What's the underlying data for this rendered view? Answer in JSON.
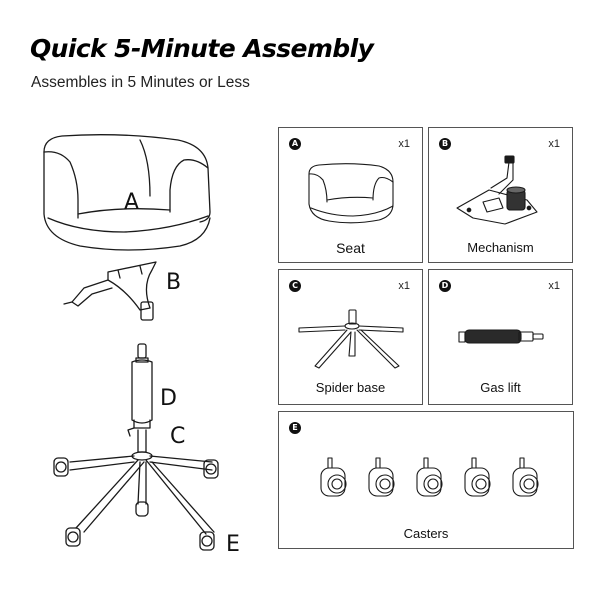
{
  "header": {
    "title": "Quick 5-Minute Assembly",
    "subtitle": "Assembles in 5 Minutes or Less"
  },
  "assembly_labels": {
    "seat": "A",
    "mechanism": "B",
    "spider_base": "C",
    "gas_lift": "D",
    "casters": "E"
  },
  "parts": [
    {
      "letter": "A",
      "qty": "x1",
      "name": "Seat"
    },
    {
      "letter": "B",
      "qty": "x1",
      "name": "Mechanism"
    },
    {
      "letter": "C",
      "qty": "x1",
      "name": "Spider base"
    },
    {
      "letter": "D",
      "qty": "x1",
      "name": "Gas lift"
    },
    {
      "letter": "E",
      "qty": "",
      "name": "Casters"
    }
  ],
  "colors": {
    "line": "#1a1a1a",
    "border": "#555555",
    "badge": "#111111"
  }
}
